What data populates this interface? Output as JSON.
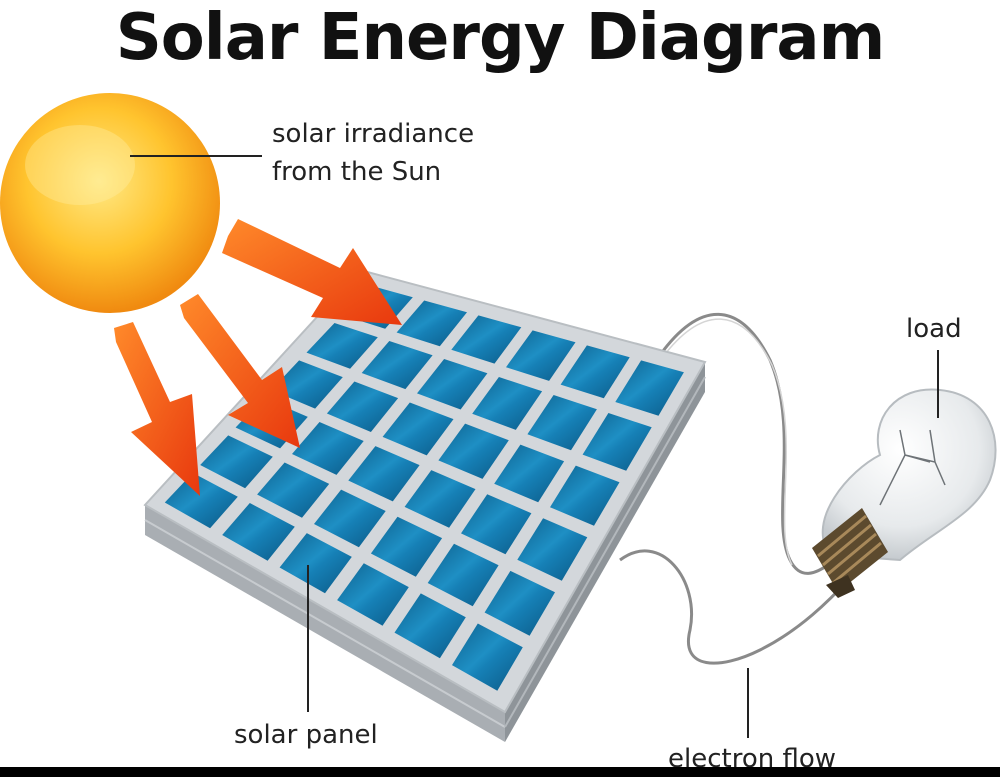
{
  "title": "Solar Energy Diagram",
  "labels": {
    "sun_line1": "solar irradiance",
    "sun_line2": "from the Sun",
    "load": "load",
    "solar_panel": "solar panel",
    "electron_flow": "electron flow"
  },
  "colors": {
    "sun_core": "#FFD34A",
    "sun_edge": "#F39A12",
    "arrow": "#F05A14",
    "panel_cell": "#1576A8",
    "panel_frame": "#C9CDD2",
    "wire": "#888888",
    "bulb_glass": "#E9ECEE",
    "bulb_base": "#5C4A2E"
  }
}
